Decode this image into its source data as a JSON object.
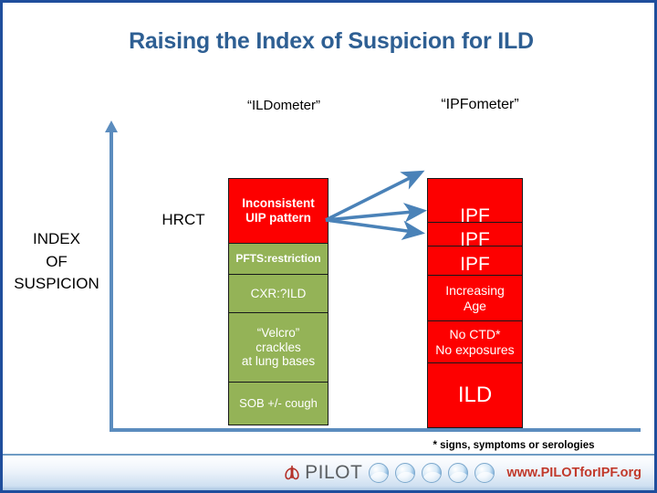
{
  "slide": {
    "title": "Raising the Index of Suspicion for ILD",
    "border_color": "#1f4e9c",
    "axis_color": "#5b8cbe"
  },
  "axis": {
    "index_label": "INDEX\nOF\nSUSPICION",
    "index_line1": "INDEX",
    "index_line2": "OF",
    "index_line3": "SUSPICION",
    "modality_label": "HRCT"
  },
  "columns": [
    {
      "id": "ildometer",
      "caption": "“ILDometer”",
      "cells": [
        {
          "name": "inconsistent-uip-pattern",
          "text": "Inconsistent\nUIP pattern",
          "color": "#fd0000"
        },
        {
          "name": "pfts-restriction",
          "text": "PFTS:restriction",
          "color": "#94b357"
        },
        {
          "name": "cxr-ild",
          "text": "CXR:?ILD",
          "color": "#94b357"
        },
        {
          "name": "velcro-crackles",
          "text": "“Velcro”\ncrackles\nat lung bases",
          "color": "#94b357"
        },
        {
          "name": "sob-cough",
          "text": "SOB +/- cough",
          "color": "#94b357"
        }
      ]
    },
    {
      "id": "ipfometer",
      "caption": "“IPFometer”",
      "cells": [
        {
          "name": "ipf-top",
          "text": "IPF",
          "color": "#fd0000"
        },
        {
          "name": "ipf-middle",
          "text": "IPF",
          "color": "#fd0000"
        },
        {
          "name": "ipf-lower",
          "text": "IPF",
          "color": "#fd0000"
        },
        {
          "name": "increasing-age",
          "text": "Increasing\nAge",
          "color": "#fd0000"
        },
        {
          "name": "no-ctd",
          "text": "No CTD*\nNo exposures",
          "color": "#fd0000"
        },
        {
          "name": "ild",
          "text": "ILD",
          "color": "#fd0000"
        }
      ]
    }
  ],
  "cell_text": {
    "ild_1_line1": "Inconsistent",
    "ild_1_line2": "UIP pattern",
    "ild_2": "PFTS:restriction",
    "ild_3": "CXR:?ILD",
    "ild_4_line1": "“Velcro”",
    "ild_4_line2": "crackles",
    "ild_4_line3": "at lung bases",
    "ild_5": "SOB +/- cough",
    "ipf_1": "IPF",
    "ipf_2": "IPF",
    "ipf_3": "IPF",
    "ipf_4_line1": "Increasing",
    "ipf_4_line2": "Age",
    "ipf_5_line1": "No CTD*",
    "ipf_5_line2": "No exposures",
    "ipf_6": "ILD"
  },
  "arrows": {
    "count": 3,
    "color": "#4a82b8",
    "description": "three arrows from ILDometer red cell to IPFometer red cells"
  },
  "footnote": "* signs, symptoms or serologies",
  "footer": {
    "logo_text": "PILOT",
    "url": "www.PILOTforIPF.org",
    "globe_count": 5,
    "url_color": "#c1392b"
  }
}
